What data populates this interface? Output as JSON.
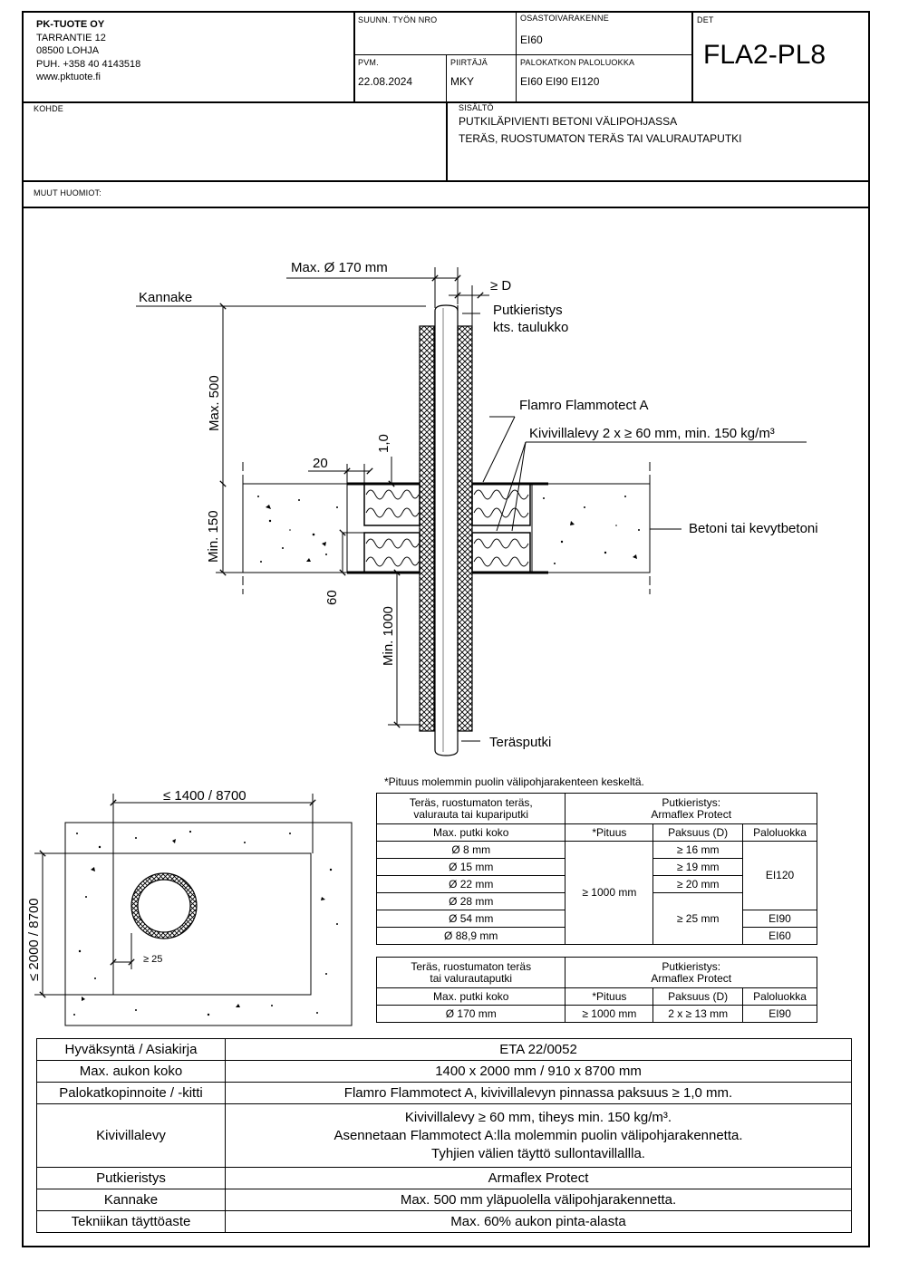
{
  "header": {
    "company": "PK-TUOTE OY",
    "street": "TARRANTIE 12",
    "city": "08500 LOHJA",
    "phone": "PUH. +358 40 4143518",
    "web": "www.pktuote.fi",
    "job_label": "SUUNN. TYÖN NRO",
    "job_value": "",
    "date_label": "PVM.",
    "date_value": "22.08.2024",
    "drawer_label": "PIIRTÄJÄ",
    "drawer_value": "MKY",
    "component_label": "OSASTOIVARAKENNE",
    "component_value": "EI60",
    "class_label": "PALOKATKON PALOLUOKKA",
    "class_value": "EI60 EI90 EI120",
    "det_label": "DET",
    "det_value": "FLA2-PL8",
    "kohde_label": "KOHDE",
    "sisalto_label": "SISÄLTÖ",
    "sisalto_line1": "PUTKILÄPIVIENTI BETONI VÄLIPOHJASSA",
    "sisalto_line2": "TERÄS, RUOSTUMATON TERÄS TAI VALURAUTAPUTKI",
    "muut_label": "MUUT HUOMIOT:"
  },
  "drawing": {
    "max_diameter": "Max. Ø 170 mm",
    "gte_d": "≥ D",
    "kannake": "Kannake",
    "putkieristys": "Putkieristys",
    "kts_taulukko": "kts. taulukko",
    "max500": "Max. 500",
    "flamro": "Flamro Flammotect A",
    "kivivilla": "Kivivillalevy 2 x ≥ 60 mm, min. 150 kg/m³",
    "dim20": "20",
    "dim10": "1,0",
    "min150": "Min. 150",
    "betoni": "Betoni tai kevytbetoni",
    "dim60": "60",
    "min1000": "Min. 1000",
    "terasputki": "Teräsputki",
    "plan_width": "≤ 1400 / 8700",
    "plan_height": "≤ 2000 / 8700",
    "plan_gap": "≥ 25"
  },
  "table_note": "*Pituus molemmin puolin välipohjarakenteen keskeltä.",
  "table1": {
    "h_pipe": "Teräs, ruostumaton teräs, valurauta tai kupariputki",
    "h_pipe_1": "Teräs, ruostumaton teräs,",
    "h_pipe_2": "valurauta tai kupariputki",
    "h_ins_1": "Putkieristys:",
    "h_ins_2": "Armaflex Protect",
    "c_size": "Max. putki koko",
    "c_len": "*Pituus",
    "c_thick": "Paksuus (D)",
    "c_class": "Paloluokka",
    "rows": [
      {
        "size": "Ø 8 mm",
        "thick": "≥ 16 mm"
      },
      {
        "size": "Ø 15 mm",
        "thick": "≥ 19 mm"
      },
      {
        "size": "Ø 22 mm",
        "thick": "≥ 20 mm"
      },
      {
        "size": "Ø 28 mm"
      },
      {
        "size": "Ø 54 mm"
      },
      {
        "size": "Ø 88,9 mm"
      }
    ],
    "len_all": "≥ 1000 mm",
    "thick_big": "≥ 25 mm",
    "class_a": "EI120",
    "class_b": "EI90",
    "class_c": "EI60"
  },
  "table2": {
    "h_pipe_1": "Teräs, ruostumaton teräs",
    "h_pipe_2": "tai valurautaputki",
    "h_ins_1": "Putkieristys:",
    "h_ins_2": "Armaflex Protect",
    "c_size": "Max. putki koko",
    "c_len": "*Pituus",
    "c_thick": "Paksuus (D)",
    "c_class": "Paloluokka",
    "size": "Ø 170 mm",
    "len": "≥ 1000 mm",
    "thick": "2 x ≥ 13 mm",
    "cls": "EI90"
  },
  "bottom_table": [
    {
      "k": "Hyväksyntä / Asiakirja",
      "v": "ETA 22/0052"
    },
    {
      "k": "Max. aukon koko",
      "v": "1400 x 2000 mm / 910 x 8700 mm"
    },
    {
      "k": "Palokatkopinnoite / -kitti",
      "v": "Flamro Flammotect A, kivivillalevyn pinnassa paksuus ≥ 1,0 mm."
    },
    {
      "k": "Kivivillalevy",
      "v1": "Kivivillalevy ≥ 60 mm, tiheys min. 150 kg/m³.",
      "v2": "Asennetaan Flammotect A:lla molemmin puolin välipohjarakennetta.",
      "v3": "Tyhjien välien täyttö sullontavillallla."
    },
    {
      "k": "Putkieristys",
      "v": "Armaflex Protect"
    },
    {
      "k": "Kannake",
      "v": "Max. 500 mm yläpuolella välipohjarakennetta."
    },
    {
      "k": "Tekniikan täyttöaste",
      "v": "Max. 60% aukon pinta-alasta"
    }
  ]
}
